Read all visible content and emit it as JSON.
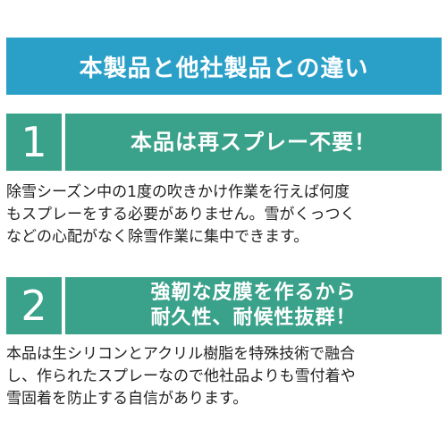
{
  "banner": {
    "title": "本製品と他社製品との違い"
  },
  "features": [
    {
      "number": "1",
      "title_lines": [
        "本品は再スプレー不要！"
      ],
      "description_lines": [
        "除雪シーズン中の1度の吹きかけ作業を行えば何度",
        "もスプレーをする必要がありません。雪がくっつく",
        "などの心配がなく除雪作業に集中できます。"
      ]
    },
    {
      "number": "2",
      "title_lines": [
        "強靭な皮膜を作るから",
        "耐久性、耐候性抜群！"
      ],
      "description_lines": [
        "本品は生シリコンとアクリル樹脂を特殊技術で融合",
        "し、作られたスプレーなので他社品よりも雪付着や",
        "雪固着を防止する自信があります。"
      ]
    }
  ],
  "colors": {
    "banner_bg": "#2aa0c8",
    "feature_bg": "#3aa18a",
    "text": "#222222"
  }
}
